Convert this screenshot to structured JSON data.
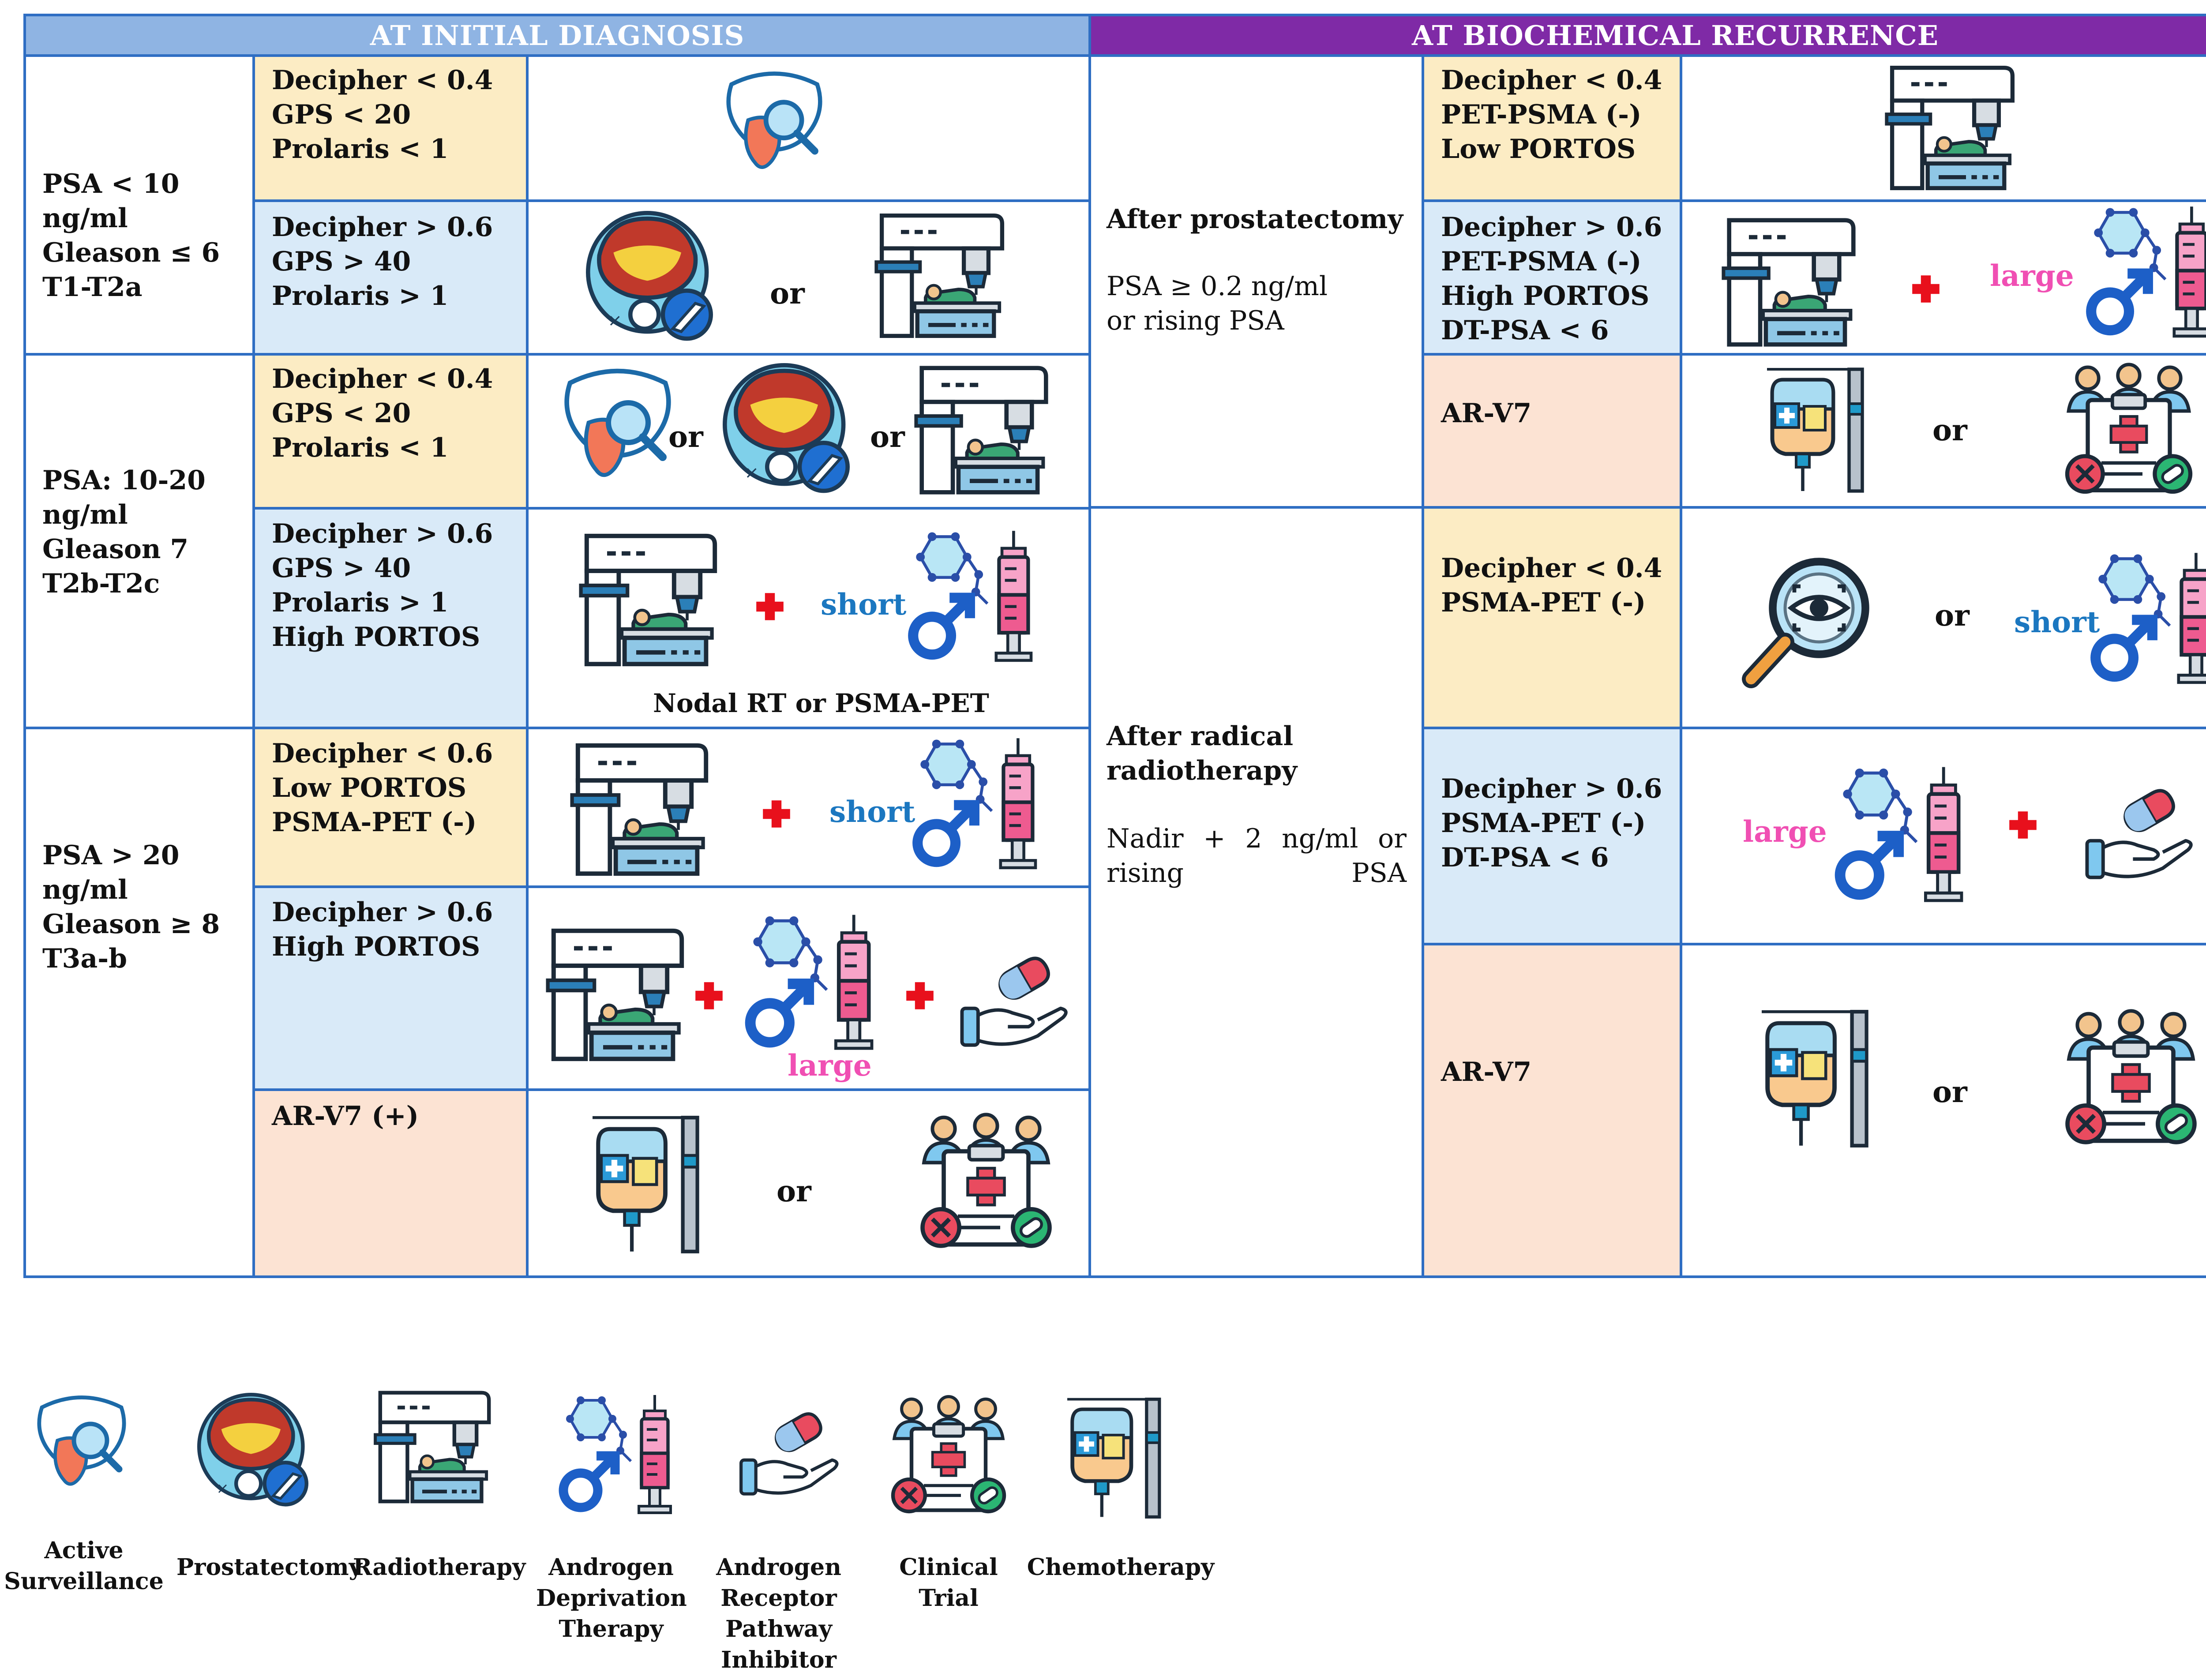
{
  "headers": {
    "initial": "AT INITIAL DIAGNOSIS",
    "recurrence": "AT BIOCHEMICAL RECURRENCE"
  },
  "colors": {
    "initial_header": "#8fb4e3",
    "recurrence_header": "#7f2aa6",
    "border": "#2f6ec3",
    "yellow_cell": "#fcecc4",
    "blue_cell": "#d9eaf8",
    "peach_cell": "#fce3d3",
    "short": "#1b77c0",
    "large": "#f04fb3",
    "plus": "#e8101c"
  },
  "initial": {
    "groups": [
      {
        "label": "PSA < 10\nng/ml\nGleason ≤ 6\nT1-T2a"
      },
      {
        "label": "PSA: 10-20\nng/ml\nGleason 7\nT2b-T2c"
      },
      {
        "label": "PSA > 20\nng/ml\nGleason ≥ 8\nT3a-b"
      }
    ],
    "rows": [
      {
        "biomarkers": "Decipher < 0.4\nGPS < 20\nProlaris < 1"
      },
      {
        "biomarkers": "Decipher > 0.6\nGPS > 40\nProlaris > 1",
        "connector": "or"
      },
      {
        "biomarkers": "Decipher < 0.4\nGPS < 20\nProlaris < 1",
        "connector1": "or",
        "connector2": "or"
      },
      {
        "biomarkers": "Decipher > 0.6\nGPS > 40\nProlaris > 1\nHigh PORTOS",
        "duration": "short",
        "caption": "Nodal RT or PSMA-PET"
      },
      {
        "biomarkers": "Decipher < 0.6\nLow PORTOS\nPSMA-PET (-)",
        "duration": "short"
      },
      {
        "biomarkers": "Decipher > 0.6\nHigh PORTOS",
        "duration": "large"
      },
      {
        "biomarkers": "AR-V7 (+)",
        "connector": "or"
      }
    ]
  },
  "recurrence": {
    "contexts": [
      {
        "title": "After prostatectomy",
        "detail": "PSA ≥ 0.2 ng/ml\nor rising PSA"
      },
      {
        "title": "After radical\nradiotherapy",
        "detail": "Nadir + 2 ng/ml or\nrising PSA"
      }
    ],
    "rows": [
      {
        "biomarkers": "Decipher < 0.4\nPET-PSMA (-)\nLow PORTOS"
      },
      {
        "biomarkers": "Decipher > 0.6\nPET-PSMA (-)\nHigh PORTOS\nDT-PSA < 6",
        "duration": "large"
      },
      {
        "biomarkers": "AR-V7",
        "connector": "or"
      },
      {
        "biomarkers": "Decipher < 0.4\nPSMA-PET (-)",
        "connector": "or",
        "duration": "short"
      },
      {
        "biomarkers": "Decipher > 0.6\nPSMA-PET (-)\nDT-PSA < 6",
        "duration": "large"
      },
      {
        "biomarkers": "AR-V7",
        "connector": "or"
      }
    ]
  },
  "legend": [
    {
      "label": "Active\nSurveillance",
      "icon": "active-surveillance-icon"
    },
    {
      "label": "Prostatectomy",
      "icon": "prostatectomy-icon"
    },
    {
      "label": "Radiotherapy",
      "icon": "radiotherapy-icon"
    },
    {
      "label": "Androgen\nDeprivation\nTherapy",
      "icon": "adt-icon"
    },
    {
      "label": "Androgen\nReceptor\nPathway\nInhibitor",
      "icon": "arpi-icon"
    },
    {
      "label": "Clinical\nTrial",
      "icon": "clinical-trial-icon"
    },
    {
      "label": "Chemotherapy",
      "icon": "chemotherapy-icon"
    }
  ]
}
